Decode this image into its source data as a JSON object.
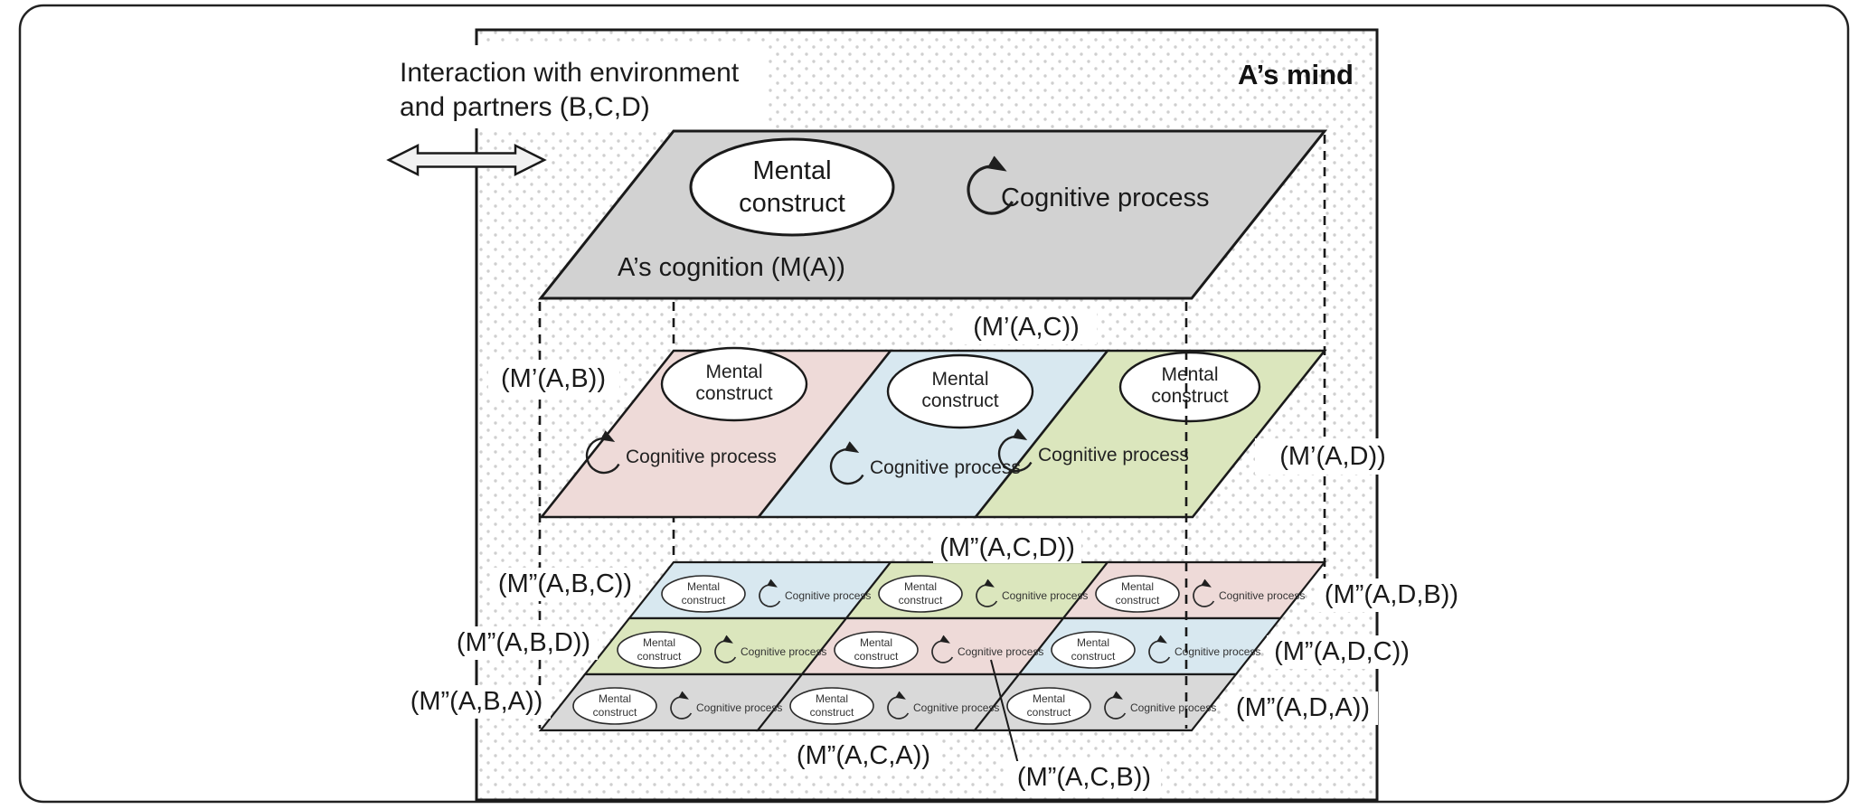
{
  "frame": {
    "mind_label": "A’s mind",
    "interaction_line1": "Interaction with environment",
    "interaction_line2": "and partners (B,C,D)"
  },
  "common": {
    "mental_line1": "Mental",
    "mental_line2": "construct",
    "process": "Cognitive process"
  },
  "top_layer": {
    "caption": "A’s cognition (M(A))"
  },
  "middle_layer": {
    "left_label": "(M’(A,B))",
    "top_label": "(M’(A,C))",
    "right_label": "(M’(A,D))"
  },
  "bottom_layer": {
    "top_label": "(M”(A,C,D))",
    "left_labels": [
      "(M”(A,B,C))",
      "(M”(A,B,D))",
      "(M”(A,B,A))"
    ],
    "right_labels": [
      "(M”(A,D,B))",
      "(M”(A,D,C))",
      "(M”(A,D,A))"
    ],
    "bottom_label": "(M”(A,C,A))",
    "callout_label": "(M”(A,C,B))"
  },
  "colors": {
    "pink": "#eedad8",
    "blue": "#d8e8f0",
    "green": "#dbe6bd",
    "top_gray": "#d2d2d2",
    "bottom_gray": "#d9d9d9",
    "dots": "#cfcfcf",
    "line": "#1a1a1a",
    "arrow_fill": "#f2f2f2"
  }
}
